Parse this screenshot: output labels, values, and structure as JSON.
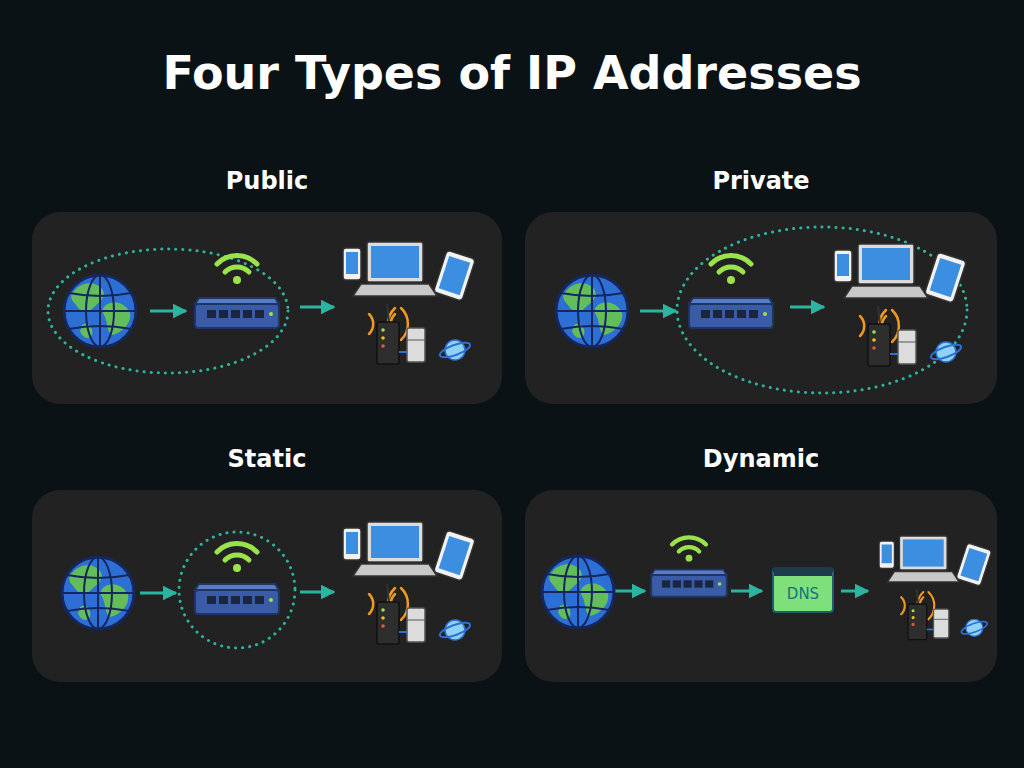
{
  "diagram": {
    "title": "Four Types of IP Addresses",
    "nodes": [
      {
        "text": [
          "Public"
        ]
      },
      {
        "text": [
          "Private"
        ]
      },
      {
        "text": [
          "Static"
        ]
      },
      {
        "text": [
          "Dynamic"
        ]
      },
      {
        "text": [
          "DNS"
        ],
        "in": 3
      }
    ]
  }
}
